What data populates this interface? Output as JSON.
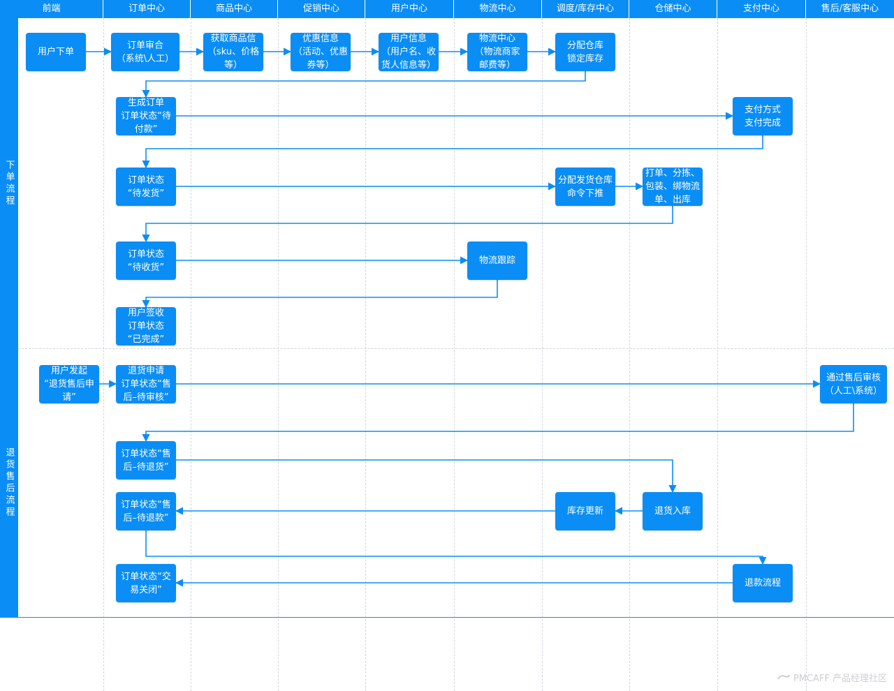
{
  "lanes": [
    {
      "id": "frontend",
      "label": "前端"
    },
    {
      "id": "order",
      "label": "订单中心"
    },
    {
      "id": "product",
      "label": "商品中心"
    },
    {
      "id": "promo",
      "label": "促销中心"
    },
    {
      "id": "user",
      "label": "用户中心"
    },
    {
      "id": "logistics",
      "label": "物流中心"
    },
    {
      "id": "dispatch",
      "label": "调度/库存中心"
    },
    {
      "id": "warehouse",
      "label": "仓储中心"
    },
    {
      "id": "payment",
      "label": "支付中心"
    },
    {
      "id": "service",
      "label": "售后/客服中心"
    }
  ],
  "stages": [
    {
      "id": "order-flow",
      "label": "下单流程"
    },
    {
      "id": "return-flow",
      "label": "退货售后流程"
    }
  ],
  "nodes": [
    {
      "id": "n1",
      "lane": "frontend",
      "text": "用户下单"
    },
    {
      "id": "n2",
      "lane": "order",
      "text": "订单审合\n（系统\\人工）"
    },
    {
      "id": "n3",
      "lane": "product",
      "text": "获取商品信\n（sku、价格\n等）"
    },
    {
      "id": "n4",
      "lane": "promo",
      "text": "优惠信息\n（活动、优惠\n券等）"
    },
    {
      "id": "n5",
      "lane": "user",
      "text": "用户信息\n（用户名、收\n货人信息等）"
    },
    {
      "id": "n6",
      "lane": "logistics",
      "text": "物流中心\n（物流商家\n邮费等）"
    },
    {
      "id": "n7",
      "lane": "dispatch",
      "text": "分配仓库\n锁定库存"
    },
    {
      "id": "n8",
      "lane": "order",
      "text": "生成订单\n订单状态“待\n付款”"
    },
    {
      "id": "n9",
      "lane": "payment",
      "text": "支付方式\n支付完成"
    },
    {
      "id": "n10",
      "lane": "order",
      "text": "订单状态\n“待发货”"
    },
    {
      "id": "n11",
      "lane": "dispatch",
      "text": "分配发货仓库\n命令下推"
    },
    {
      "id": "n12",
      "lane": "warehouse",
      "text": "打单、分拣、\n包装、绑物流\n单、出库"
    },
    {
      "id": "n13",
      "lane": "order",
      "text": "订单状态\n“待收货”"
    },
    {
      "id": "n14",
      "lane": "logistics",
      "text": "物流跟踪"
    },
    {
      "id": "n15",
      "lane": "order",
      "text": "用户签收\n订单状态\n“已完成”"
    },
    {
      "id": "n16",
      "lane": "frontend",
      "text": "用户发起\n“退货售后申\n请”"
    },
    {
      "id": "n17",
      "lane": "order",
      "text": "退货申请\n订单状态“售\n后–待审核”"
    },
    {
      "id": "n18",
      "lane": "service",
      "text": "通过售后审核\n（人工\\系统）"
    },
    {
      "id": "n19",
      "lane": "order",
      "text": "订单状态“售\n后–待退货”"
    },
    {
      "id": "n20",
      "lane": "warehouse",
      "text": "退货入库"
    },
    {
      "id": "n21",
      "lane": "dispatch",
      "text": "库存更新"
    },
    {
      "id": "n22",
      "lane": "order",
      "text": "订单状态“售\n后–待退款”"
    },
    {
      "id": "n23",
      "lane": "payment",
      "text": "退款流程"
    },
    {
      "id": "n24",
      "lane": "order",
      "text": "订单状态“交\n易关闭”"
    }
  ],
  "edges": [
    {
      "from": "n1",
      "to": "n2"
    },
    {
      "from": "n2",
      "to": "n3"
    },
    {
      "from": "n3",
      "to": "n4"
    },
    {
      "from": "n4",
      "to": "n5"
    },
    {
      "from": "n5",
      "to": "n6"
    },
    {
      "from": "n6",
      "to": "n7"
    },
    {
      "from": "n7",
      "to": "n8"
    },
    {
      "from": "n8",
      "to": "n9"
    },
    {
      "from": "n9",
      "to": "n10"
    },
    {
      "from": "n10",
      "to": "n11"
    },
    {
      "from": "n11",
      "to": "n12"
    },
    {
      "from": "n12",
      "to": "n13"
    },
    {
      "from": "n13",
      "to": "n14"
    },
    {
      "from": "n14",
      "to": "n15"
    },
    {
      "from": "n16",
      "to": "n17"
    },
    {
      "from": "n17",
      "to": "n18"
    },
    {
      "from": "n18",
      "to": "n19"
    },
    {
      "from": "n19",
      "to": "n20"
    },
    {
      "from": "n20",
      "to": "n21"
    },
    {
      "from": "n21",
      "to": "n22"
    },
    {
      "from": "n22",
      "to": "n23"
    },
    {
      "from": "n23",
      "to": "n24"
    }
  ],
  "watermark": "PMCAFF 产品经理社区",
  "colors": {
    "accent": "#0a8df5",
    "lane_divider": "#cfd6de",
    "background": "#ffffff"
  }
}
